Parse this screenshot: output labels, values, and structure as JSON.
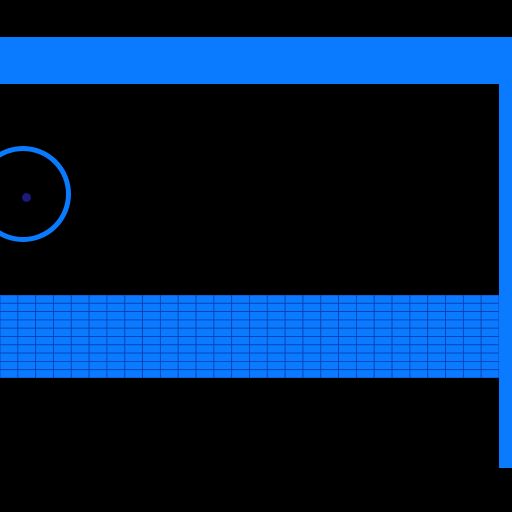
{
  "colors": {
    "background": "#000000",
    "wall": "#0a7aff",
    "brick": "#0a7aff",
    "brick_grid": "#0a3fb0",
    "ball_ring": "#0a7aff",
    "ball_core": "#1a1a80"
  },
  "scene": {
    "walls": [
      {
        "id": "top-wall",
        "side": "top"
      },
      {
        "id": "right-wall",
        "side": "right"
      }
    ],
    "brick_field": {
      "rows": 10,
      "columns": 28
    },
    "ball": {
      "style": "ring-with-core"
    }
  }
}
